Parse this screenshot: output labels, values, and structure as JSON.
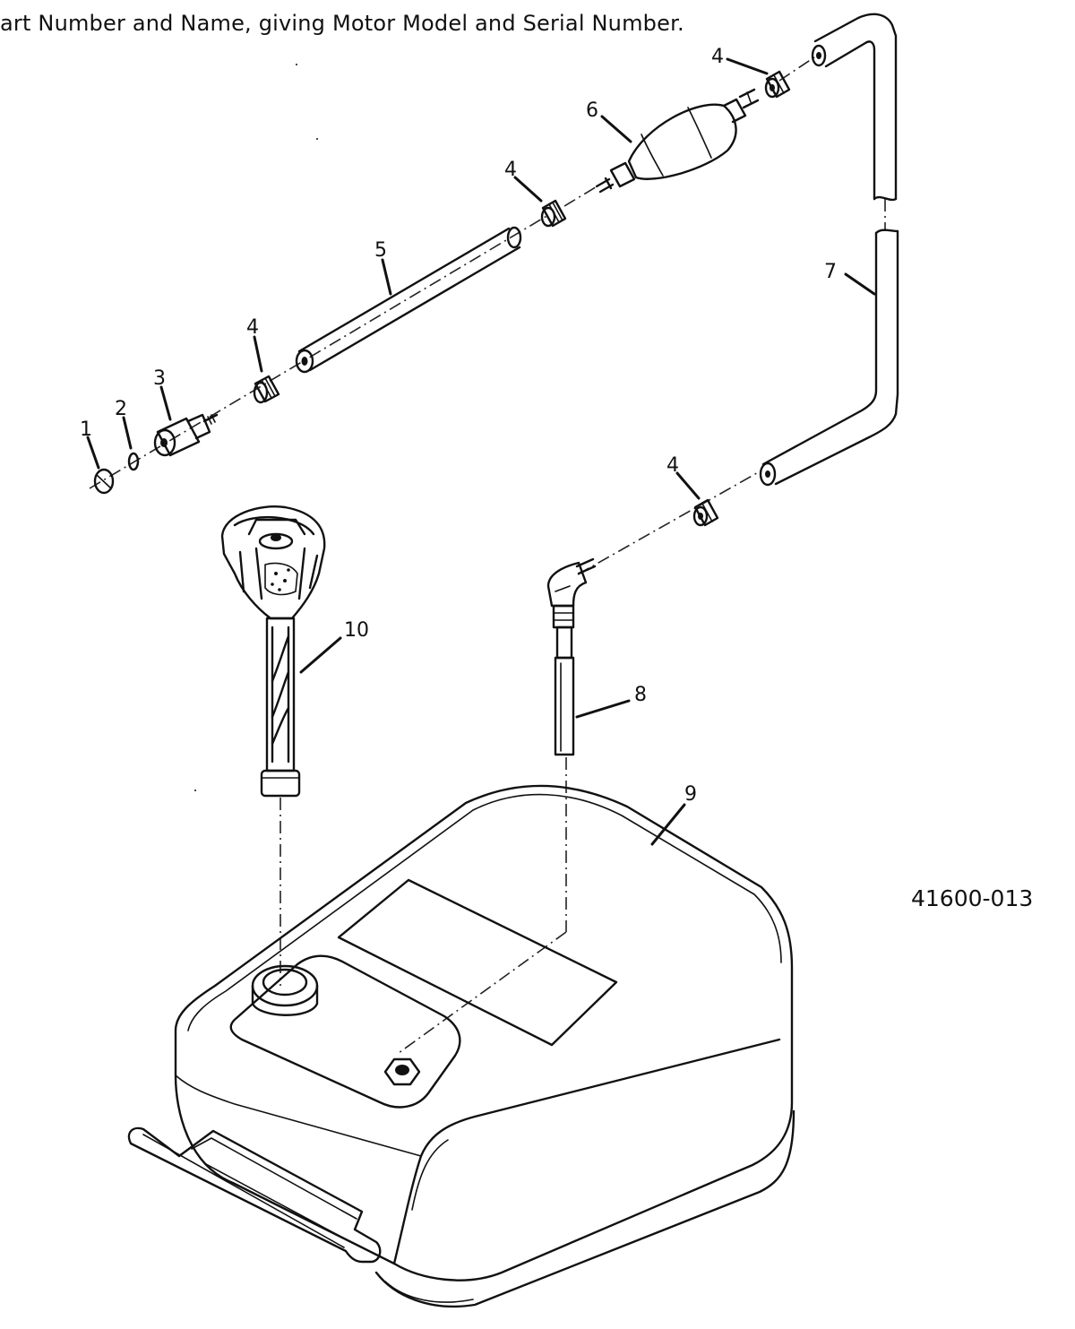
{
  "header": {
    "instruction_text": "art Number and Name, giving Motor Model and Serial Number."
  },
  "figure": {
    "id": "41600-013"
  },
  "callouts": [
    {
      "key": "part-1",
      "label": "1"
    },
    {
      "key": "part-2",
      "label": "2"
    },
    {
      "key": "part-3",
      "label": "3"
    },
    {
      "key": "part-4a",
      "label": "4"
    },
    {
      "key": "part-5",
      "label": "5"
    },
    {
      "key": "part-4b",
      "label": "4"
    },
    {
      "key": "part-6",
      "label": "6"
    },
    {
      "key": "part-4c",
      "label": "4"
    },
    {
      "key": "part-7",
      "label": "7"
    },
    {
      "key": "part-4d",
      "label": "4"
    },
    {
      "key": "part-8",
      "label": "8"
    },
    {
      "key": "part-9",
      "label": "9"
    },
    {
      "key": "part-10",
      "label": "10"
    }
  ]
}
